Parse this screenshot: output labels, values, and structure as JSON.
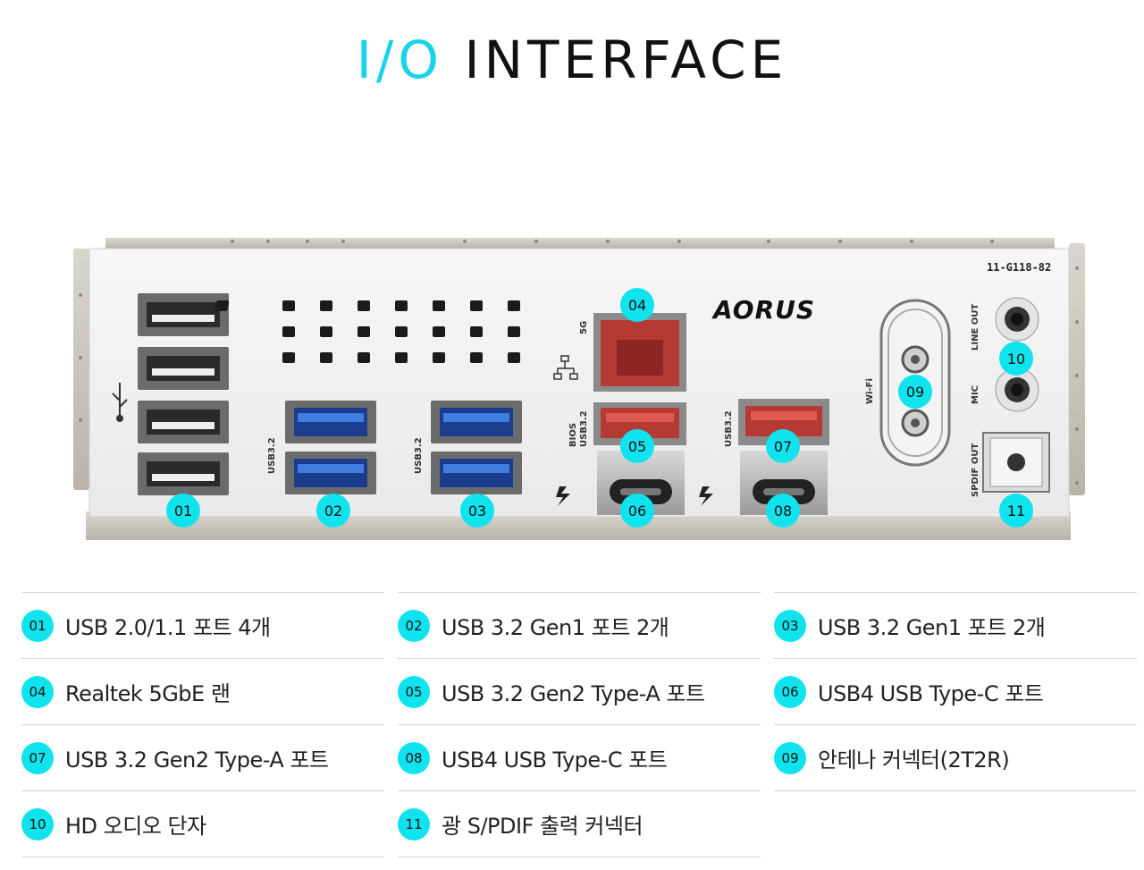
{
  "title": {
    "accent": "I/O",
    "rest": " INTERFACE"
  },
  "panel": {
    "logo": "AORUS",
    "model": "11-G118-82",
    "labels": {
      "usb32_a": "USB3.2",
      "usb32_b": "USB3.2",
      "bios": "BIOS",
      "bios_usb": "USB3.2",
      "usb32_c": "USB3.2",
      "lan_5g": "5G",
      "wifi": "Wi-Fi",
      "line_out": "LINE OUT",
      "mic": "MIC",
      "spdif_out": "SPDIF OUT"
    },
    "callouts": [
      "01",
      "02",
      "03",
      "04",
      "05",
      "06",
      "07",
      "08",
      "09",
      "10",
      "11"
    ]
  },
  "legend": [
    {
      "num": "01",
      "label": "USB 2.0/1.1 포트 4개"
    },
    {
      "num": "02",
      "label": "USB 3.2 Gen1 포트 2개"
    },
    {
      "num": "03",
      "label": "USB 3.2 Gen1 포트 2개"
    },
    {
      "num": "04",
      "label": "Realtek 5GbE 랜"
    },
    {
      "num": "05",
      "label": "USB 3.2 Gen2 Type-A 포트"
    },
    {
      "num": "06",
      "label": "USB4 USB Type-C 포트"
    },
    {
      "num": "07",
      "label": "USB 3.2 Gen2 Type-A 포트"
    },
    {
      "num": "08",
      "label": "USB4 USB Type-C 포트"
    },
    {
      "num": "09",
      "label": "안테나 커넥터(2T2R)"
    },
    {
      "num": "10",
      "label": "HD 오디오 단자"
    },
    {
      "num": "11",
      "label": "광 S/PDIF 출력 커넥터"
    }
  ],
  "colors": {
    "accent": "#19d3e8",
    "badge": "#0fe3ee",
    "usb3": "#2f63c9",
    "usb_red": "#c8312c"
  }
}
